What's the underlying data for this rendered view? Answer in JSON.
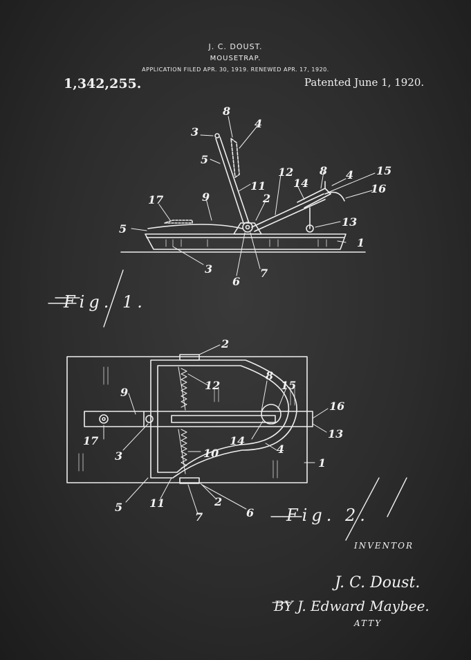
{
  "header": {
    "inventor": "J. C. DOUST.",
    "title": "MOUSETRAP.",
    "application_line": "APPLICATION FILED APR. 30, 1919. RENEWED APR. 17, 1920.",
    "patent_number": "1,342,255.",
    "patent_date": "Patented June 1, 1920."
  },
  "figures": {
    "fig1_label": "Fig. 1.",
    "fig2_label": "Fig. 2."
  },
  "fig1_refs": {
    "r8": "8",
    "r3": "3",
    "r4": "4",
    "r5": "5",
    "r12": "12",
    "r8b": "8",
    "r4b": "4",
    "r15": "15",
    "r16": "16",
    "r14": "14",
    "r11": "11",
    "r17": "17",
    "r9": "9",
    "r2": "2",
    "r5b": "5",
    "r13": "13",
    "r1": "1",
    "r3b": "3",
    "r6": "6",
    "r7": "7"
  },
  "fig2_refs": {
    "r2": "2",
    "r12": "12",
    "r8": "8",
    "r15": "15",
    "r16": "16",
    "r9": "9",
    "r13": "13",
    "r17": "17",
    "r3": "3",
    "r14": "14",
    "r10": "10",
    "r4": "4",
    "r1": "1",
    "r5": "5",
    "r11": "11",
    "r2b": "2",
    "r6": "6",
    "r7": "7"
  },
  "signature": {
    "inventor_label": "INVENTOR",
    "inventor_signature": "J. C. Doust.",
    "attorney_signature": "BY J. Edward Maybee.",
    "attorney_label": "ATTY"
  }
}
